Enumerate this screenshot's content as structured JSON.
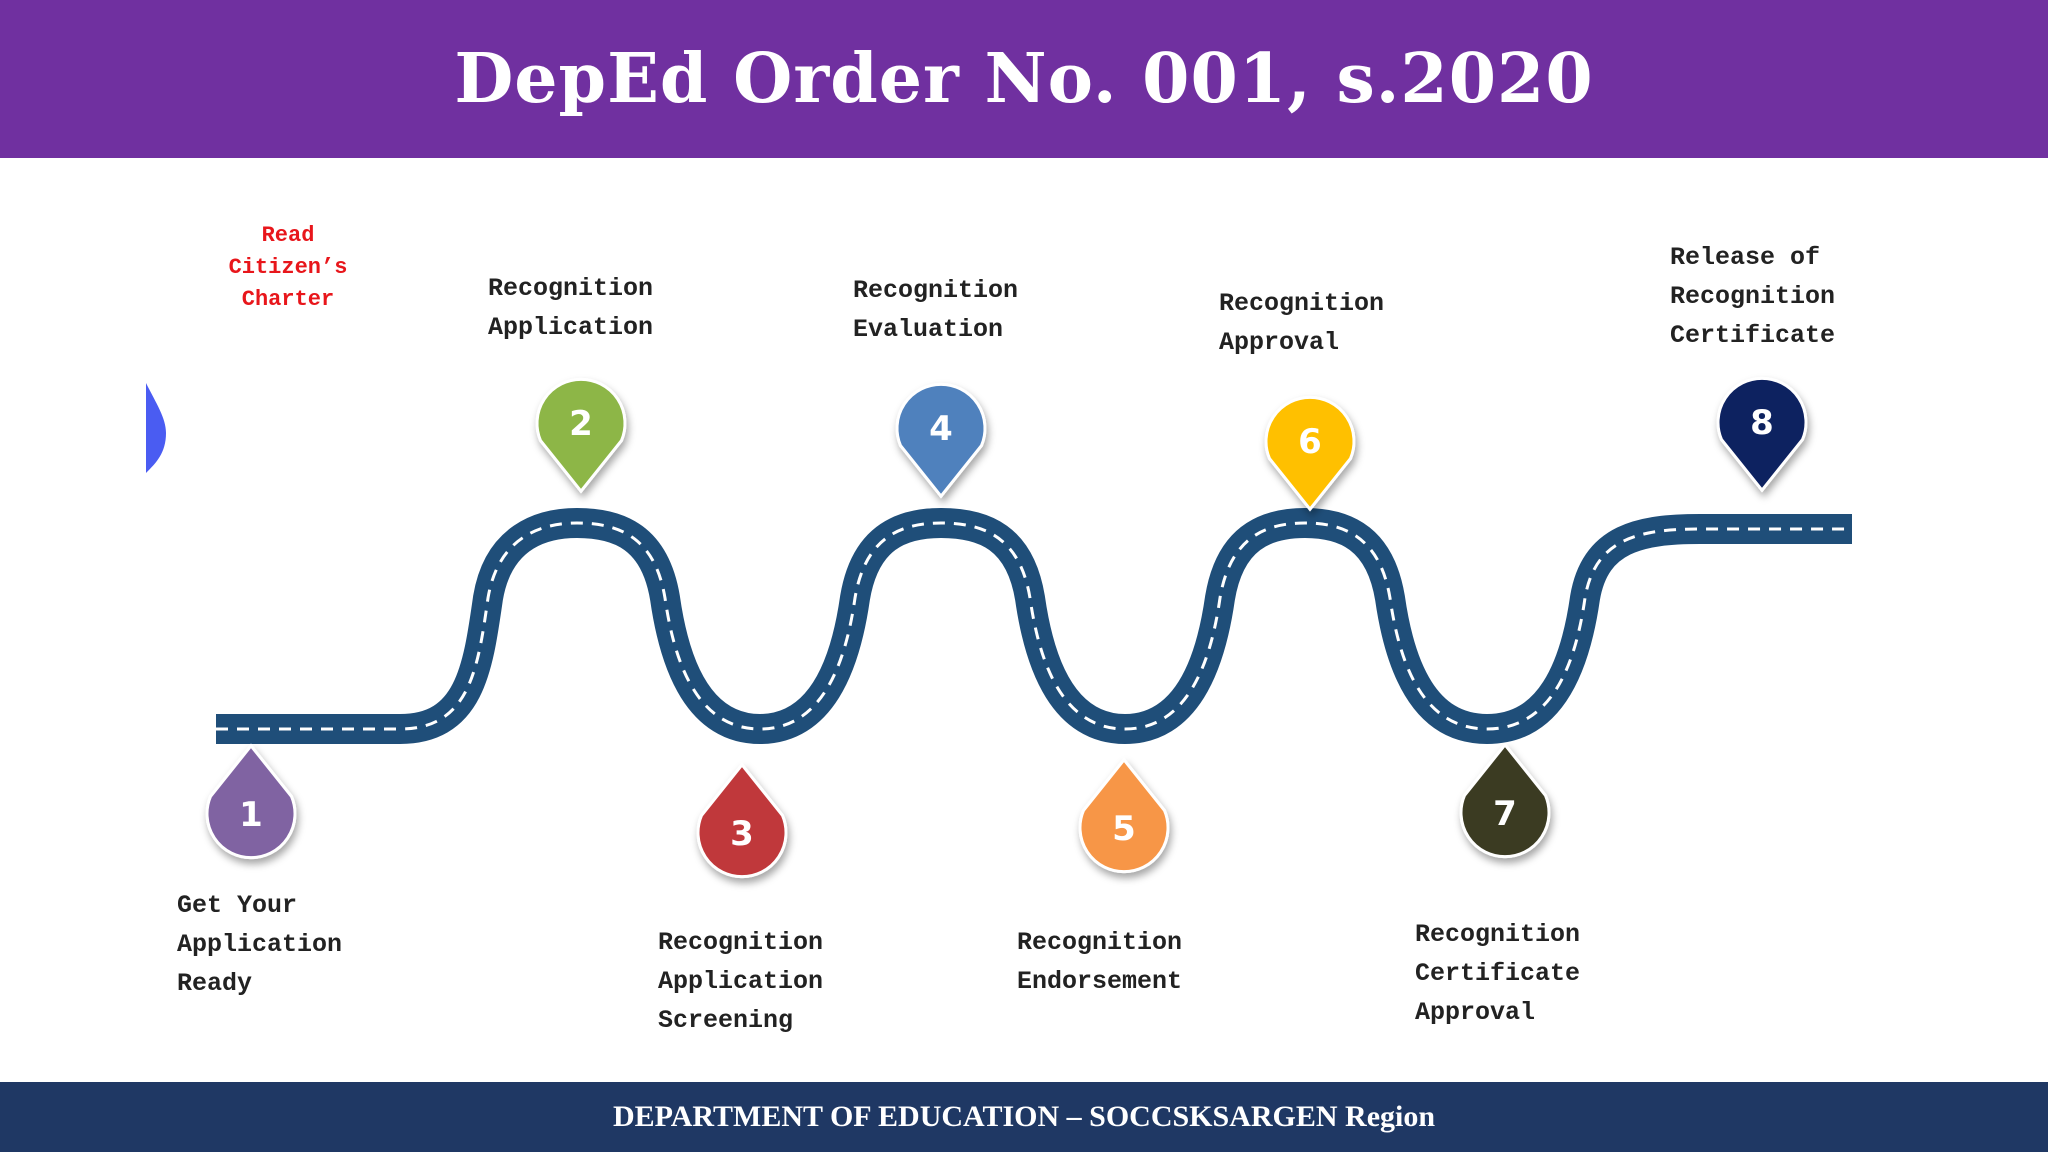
{
  "header": {
    "title": "DepEd Order No. 001, s.2020"
  },
  "footer": {
    "text": "DEPARTMENT OF EDUCATION – SOCCSKSARGEN Region"
  },
  "charter_note": "Read\nCitizen’s\nCharter",
  "colors": {
    "header_bg": "#7030a0",
    "footer_bg": "#1f3864",
    "road": "#1f4e79",
    "charter_text": "#e8161b"
  },
  "steps": [
    {
      "number": "1",
      "label": "Get Your\nApplication\nReady",
      "color": "#8064a2"
    },
    {
      "number": "2",
      "label": "Recognition\nApplication",
      "color": "#8db646"
    },
    {
      "number": "3",
      "label": "Recognition\nApplication\nScreening",
      "color": "#c0393b"
    },
    {
      "number": "4",
      "label": "Recognition\nEvaluation",
      "color": "#4f81bd"
    },
    {
      "number": "5",
      "label": "Recognition\nEndorsement",
      "color": "#f79646"
    },
    {
      "number": "6",
      "label": "Recognition\nApproval",
      "color": "#ffc000"
    },
    {
      "number": "7",
      "label": "Recognition\nCertificate\nApproval",
      "color": "#3b3a24"
    },
    {
      "number": "8",
      "label": "Release of\nRecognition\nCertificate",
      "color": "#0f2060"
    }
  ]
}
